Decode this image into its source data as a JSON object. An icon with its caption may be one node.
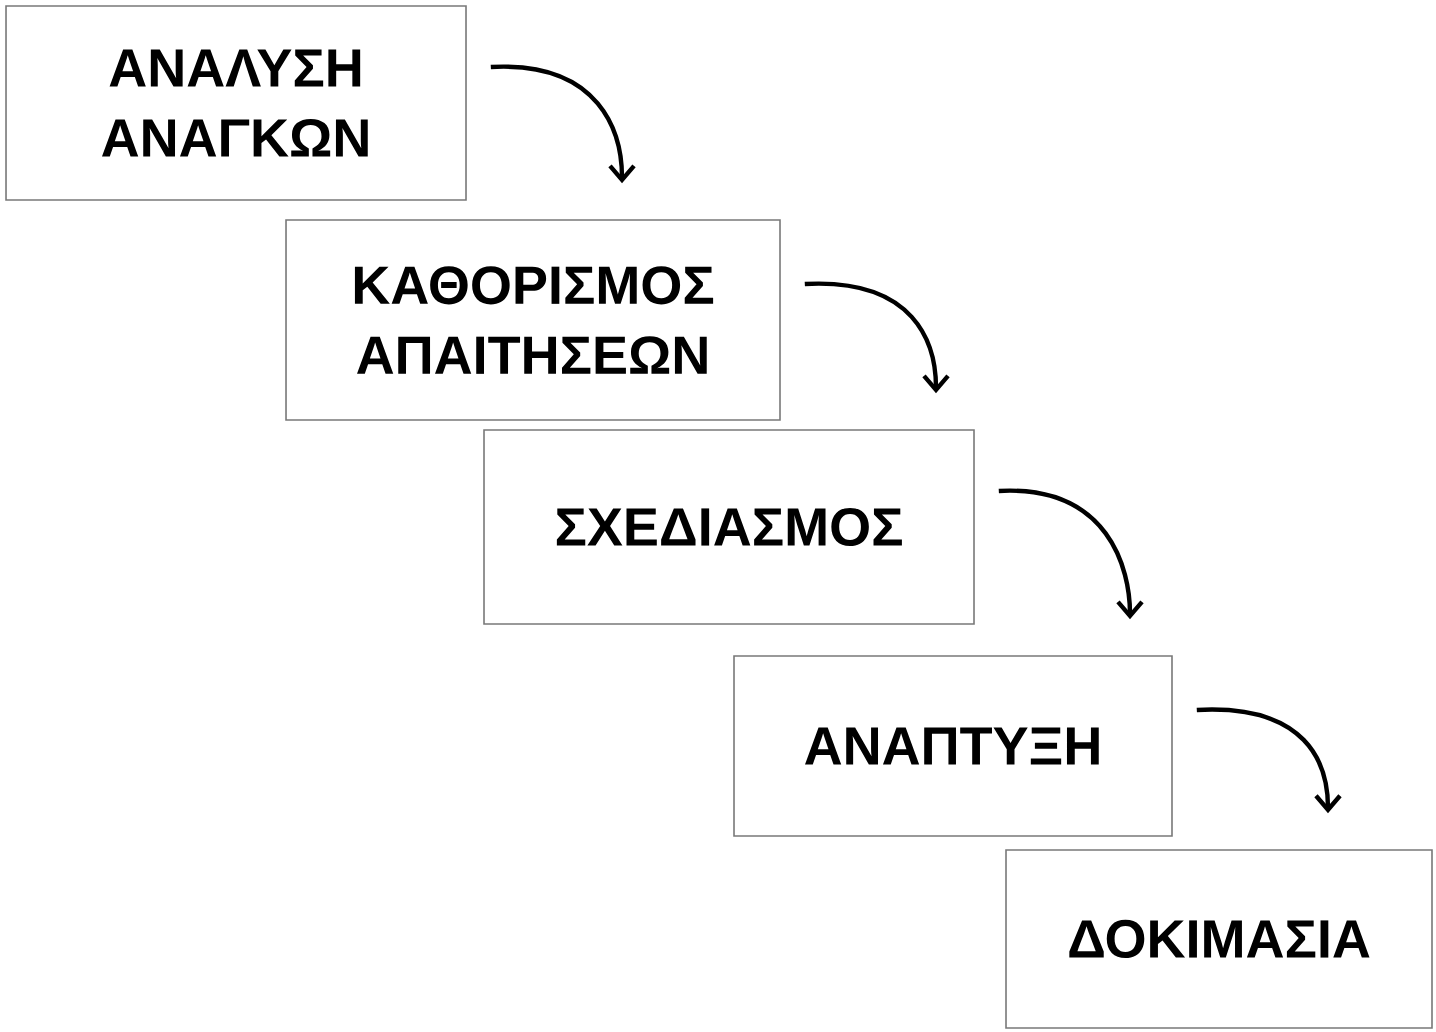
{
  "diagram": {
    "nodes": [
      {
        "text": [
          "ΑΝΑΛΥΣΗ ΑΝΑΓΚΩΝ"
        ]
      },
      {
        "text": [
          "ΚΑΘΟΡΙΣΜΟΣ ΑΠΑΙΤΗΣΕΩΝ"
        ]
      },
      {
        "text": [
          "ΣΧΕΔΙΑΣΜΟΣ"
        ]
      },
      {
        "text": [
          "ΑΝΑΠΤΥΞΗ"
        ]
      },
      {
        "text": [
          "ΔΟΚΙΜΑΣΙΑ"
        ]
      }
    ],
    "edges": [
      {
        "from": 0,
        "to": 1,
        "arrow": "to"
      },
      {
        "from": 1,
        "to": 2,
        "arrow": "to"
      },
      {
        "from": 2,
        "to": 3,
        "arrow": "to"
      },
      {
        "from": 3,
        "to": 4,
        "arrow": "to"
      }
    ]
  }
}
